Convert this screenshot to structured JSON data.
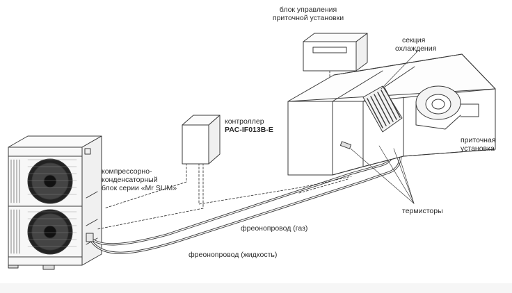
{
  "labels": {
    "ahu_control_unit": [
      "блок управления",
      "приточной установки"
    ],
    "cooling_section": [
      "секция",
      "охлаждения"
    ],
    "controller": [
      "контроллер",
      "PAC-IF013B-E"
    ],
    "condensing_unit": [
      "компрессорно-",
      "конденсаторный",
      "блок серии «Mr SLIM»"
    ],
    "supply_unit": [
      "приточная",
      "установка"
    ],
    "thermistors": "термисторы",
    "gas_line": "фреонопровод (газ)",
    "liquid_line": "фреонопровод (жидкость)"
  },
  "colors": {
    "line": "#3a3a3a",
    "text": "#2a2a2a",
    "background": "#ffffff",
    "strip": "#f6f6f6"
  }
}
